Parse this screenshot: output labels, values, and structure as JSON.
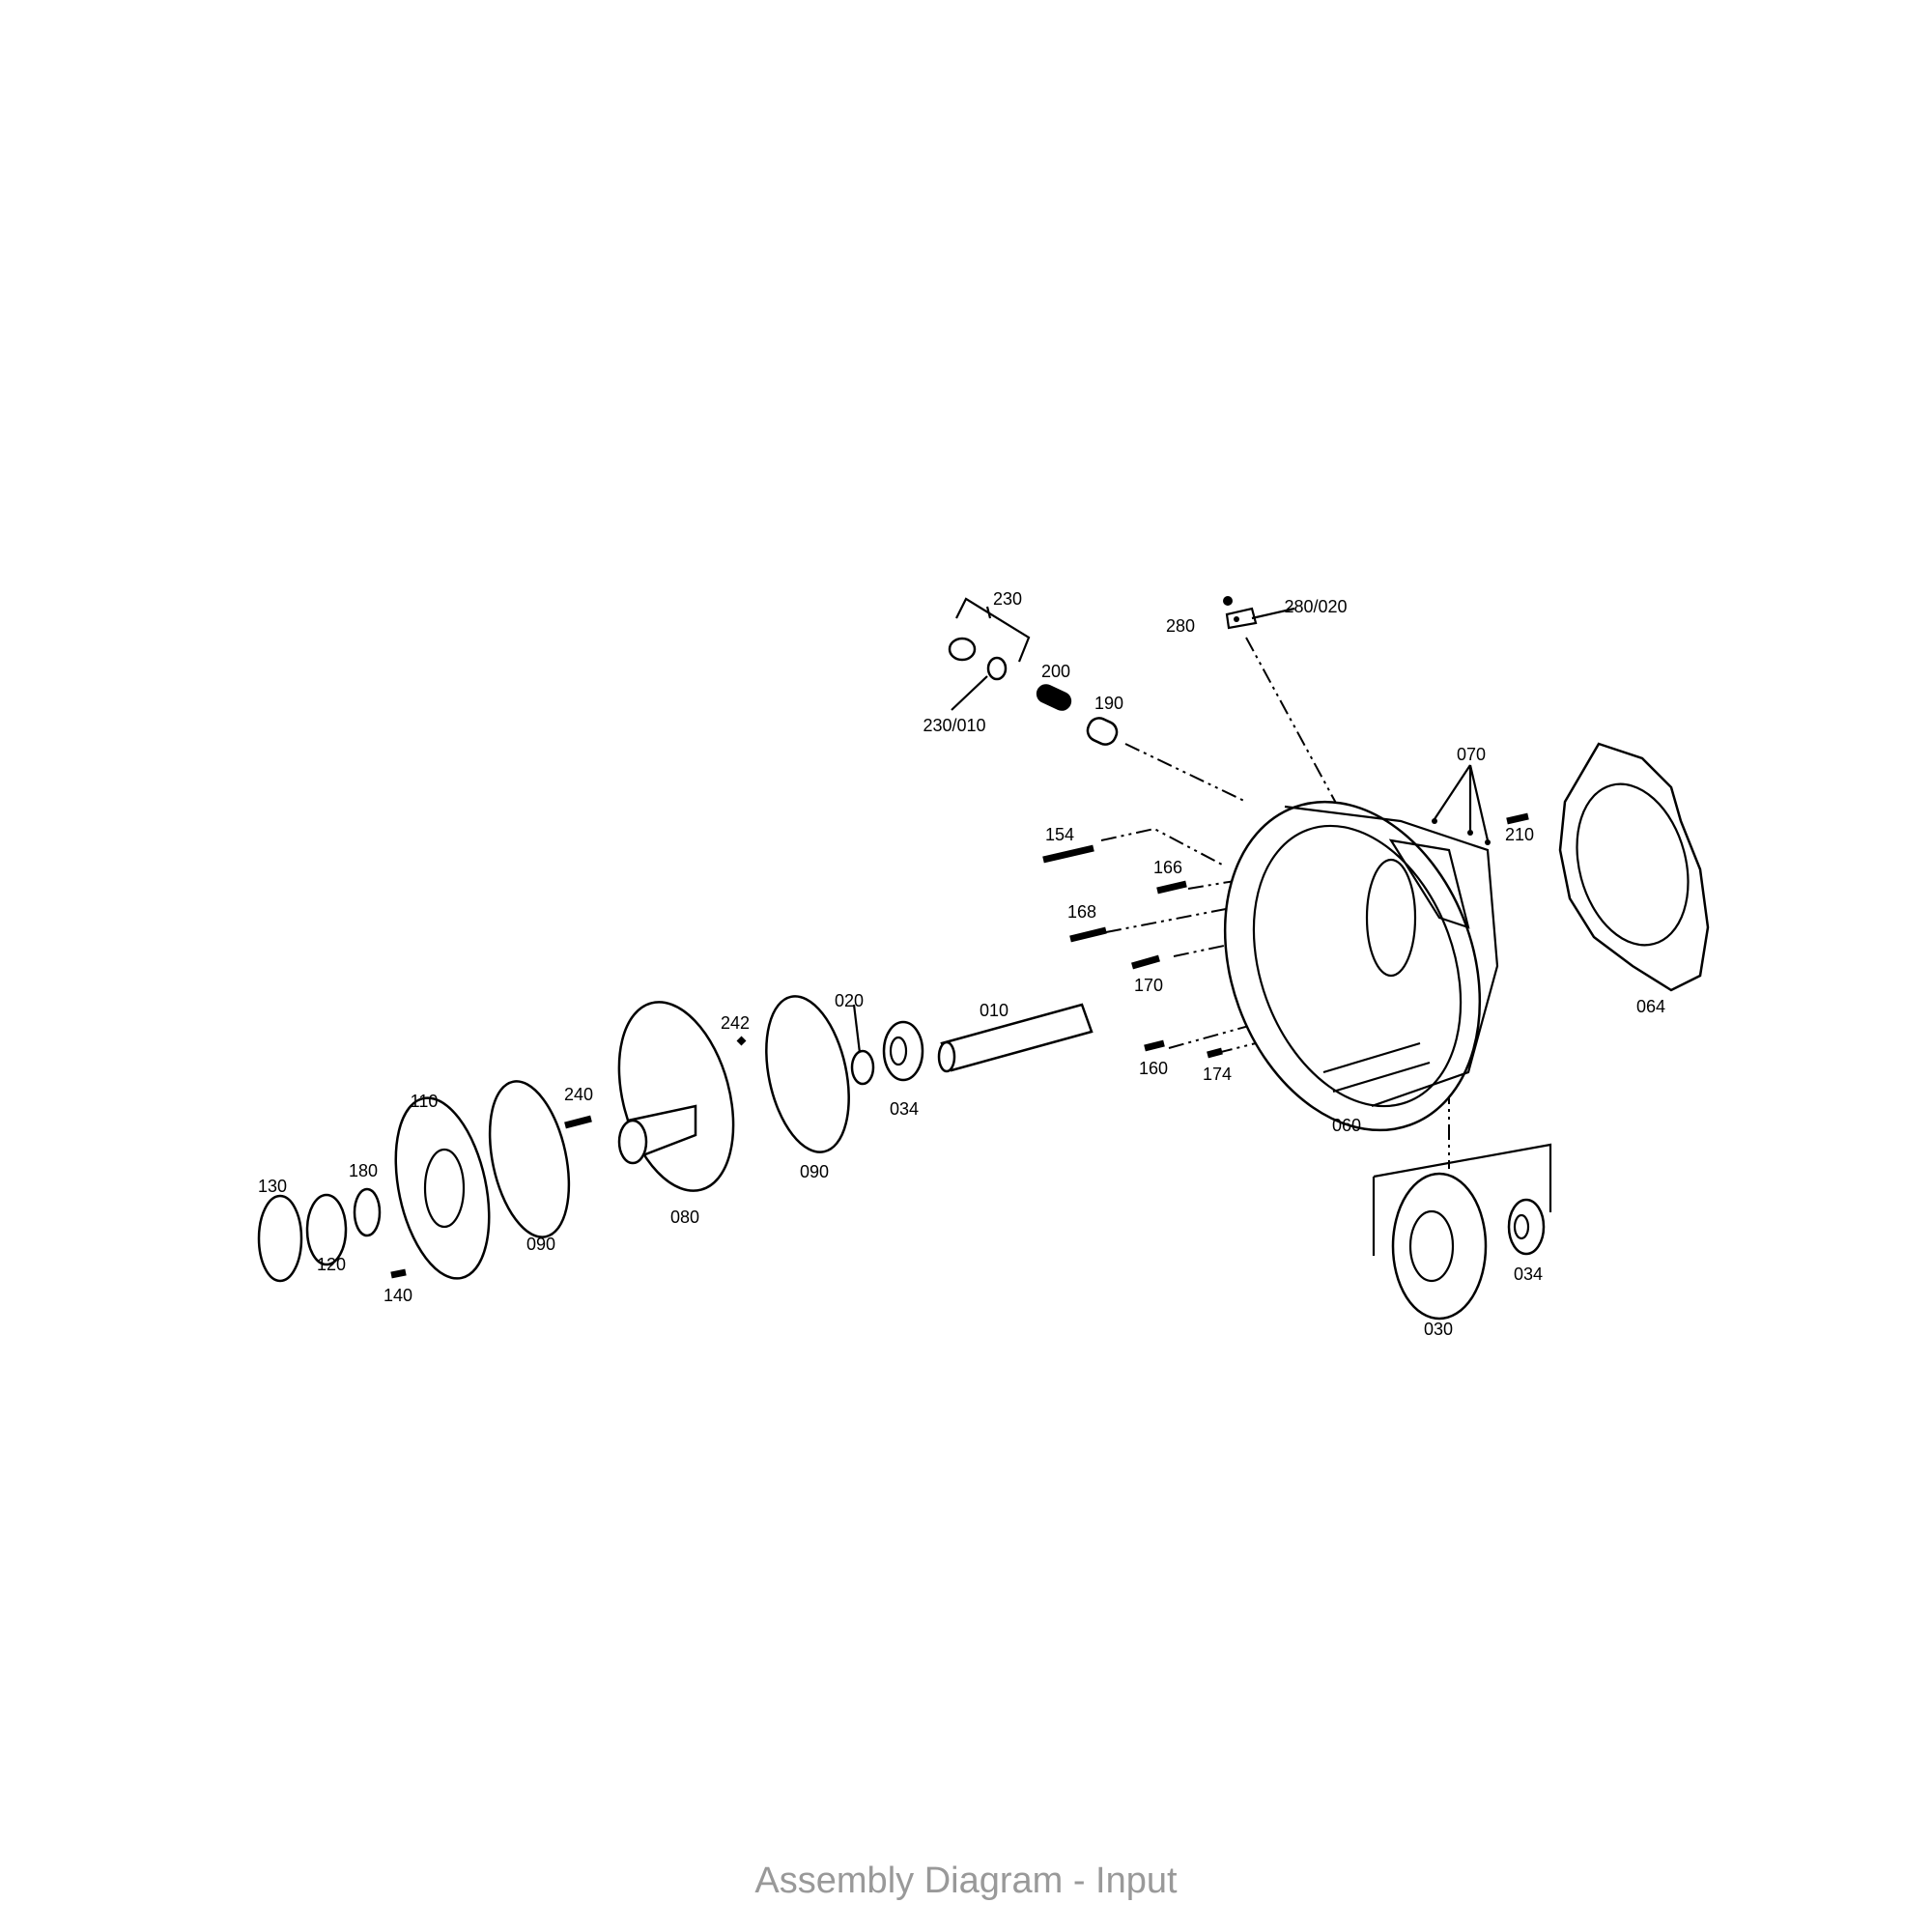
{
  "caption": "Assembly Diagram - Input",
  "labels": {
    "p230": "230",
    "p230_010": "230/010",
    "p200": "200",
    "p190": "190",
    "p280": "280",
    "p280_020": "280/020",
    "p070": "070",
    "p210": "210",
    "p064": "064",
    "p154": "154",
    "p166": "166",
    "p168": "168",
    "p170": "170",
    "p160": "160",
    "p174": "174",
    "p060": "060",
    "p010": "010",
    "p020": "020",
    "p034a": "034",
    "p090a": "090",
    "p242": "242",
    "p240": "240",
    "p080": "080",
    "p110": "110",
    "p180": "180",
    "p090b": "090",
    "p130": "130",
    "p120": "120",
    "p140": "140",
    "p034b": "034",
    "p030": "030"
  }
}
